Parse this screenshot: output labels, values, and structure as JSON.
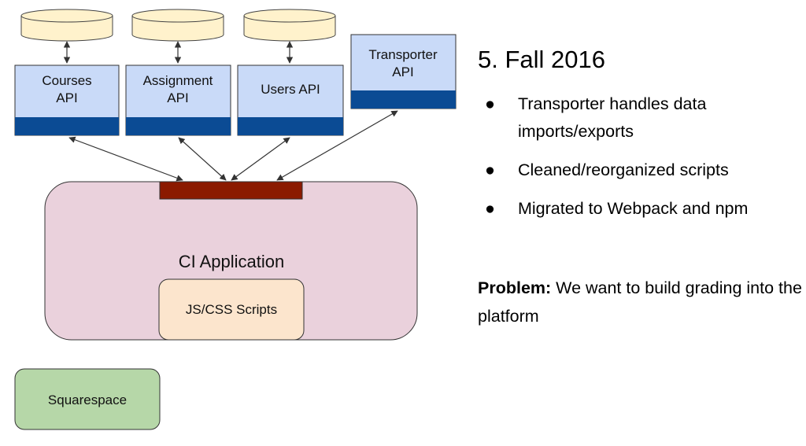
{
  "slide": {
    "title": "5. Fall 2016",
    "bullets": [
      "Transporter handles data imports/exports",
      "Cleaned/reorganized scripts",
      "Migrated to Webpack and npm"
    ],
    "problem_label": "Problem:",
    "problem_text": " We want to build grading into the platform"
  },
  "diagram": {
    "apis": [
      {
        "line1": "Courses",
        "line2": "API"
      },
      {
        "line1": "Assignment",
        "line2": "API"
      },
      {
        "line1": "Users API"
      },
      {
        "line1": "Transporter",
        "line2": "API"
      }
    ],
    "ci_app_label": "CI Application",
    "scripts_label": "JS/CSS Scripts",
    "squarespace_label": "Squarespace"
  },
  "colors": {
    "api_fill": "#c9daf8",
    "api_bar": "#0b4b94",
    "db_fill": "#fff2cc",
    "ci_fill": "#ead1dc",
    "connector": "#8b1a00",
    "scripts_fill": "#fce5cd",
    "squarespace_fill": "#b6d7a8"
  }
}
